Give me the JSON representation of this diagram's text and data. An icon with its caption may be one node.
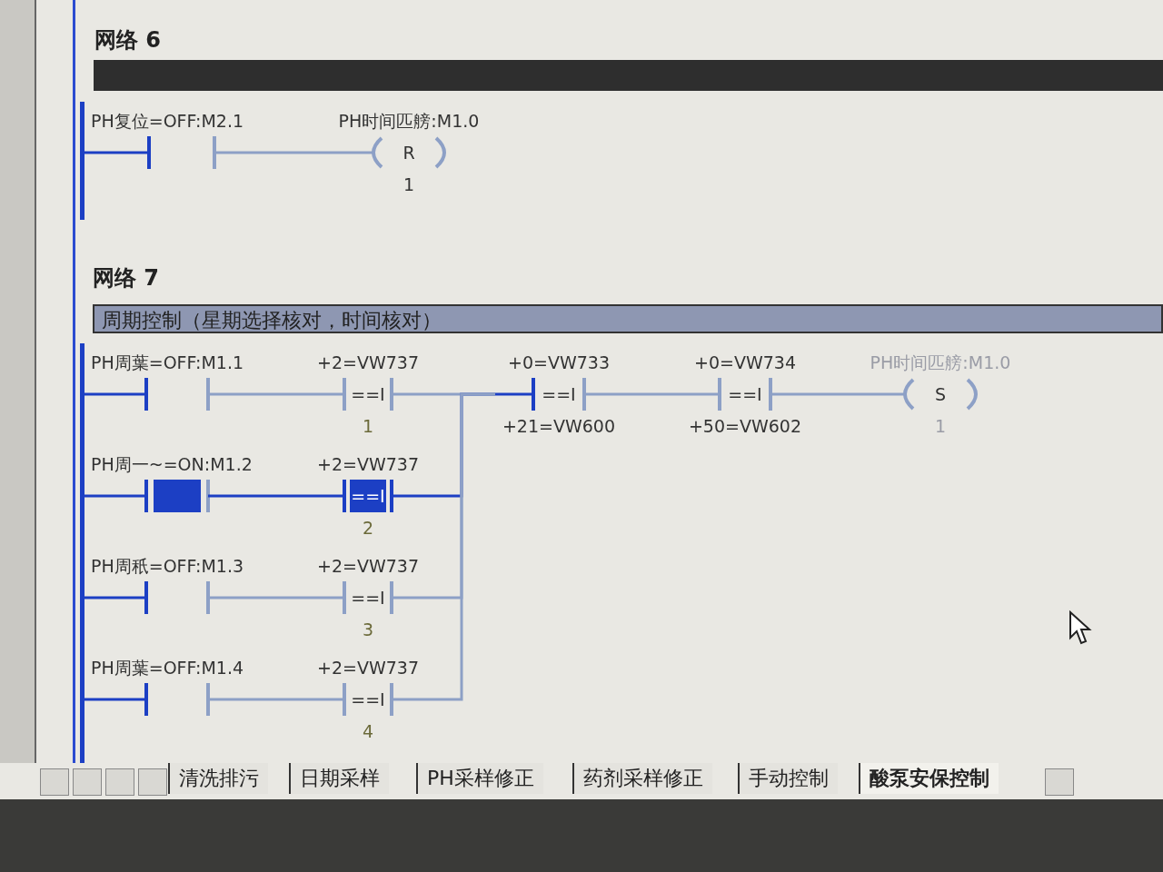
{
  "diagram": {
    "nodes": [
      {
        "text": [],
        "shape": "bar"
      },
      {
        "text": [
          "PH复位=OFF:M2.1"
        ]
      },
      {
        "text": [
          "PH时间匹艕:M1.0",
          "R",
          "1"
        ]
      },
      {
        "text": [],
        "shape": "bar"
      },
      {
        "text": [
          "PH周葉=OFF:M1.1"
        ]
      },
      {
        "text": [
          "+2=VW737",
          "==I",
          "1"
        ]
      },
      {
        "text": [
          "PH周一~=ON:M1.2"
        ]
      },
      {
        "text": [
          "+2=VW737",
          "==I",
          "2"
        ]
      },
      {
        "text": [
          "PH周秖=OFF:M1.3"
        ]
      },
      {
        "text": [
          "+2=VW737",
          "==I",
          "3"
        ]
      },
      {
        "text": [
          "PH周葉=OFF:M1.4"
        ]
      },
      {
        "text": [
          "+2=VW737",
          "==I",
          "4"
        ]
      },
      {
        "text": [
          "+0=VW733",
          "==I",
          "+21=VW600"
        ]
      },
      {
        "text": [
          "+0=VW734",
          "==I",
          "+50=VW602"
        ]
      },
      {
        "text": [
          "PH时间匹艕:M1.0",
          "S",
          "1"
        ]
      },
      {
        "text": [],
        "shape": "box"
      }
    ],
    "edges": [
      {
        "from": 0,
        "to": 1,
        "arrow": "none",
        "color": "#1c3fc4"
      },
      {
        "from": 1,
        "to": 2,
        "arrow": "none"
      },
      {
        "from": 3,
        "to": 4,
        "arrow": "none",
        "color": "#1c3fc4"
      },
      {
        "from": 4,
        "to": 5,
        "arrow": "none"
      },
      {
        "from": 3,
        "to": 6,
        "arrow": "none",
        "color": "#1c3fc4"
      },
      {
        "from": 6,
        "to": 7,
        "arrow": "none",
        "color": "#1c3fc4"
      },
      {
        "from": 3,
        "to": 8,
        "arrow": "none",
        "color": "#1c3fc4"
      },
      {
        "from": 8,
        "to": 9,
        "arrow": "none"
      },
      {
        "from": 3,
        "to": 10,
        "arrow": "none",
        "color": "#1c3fc4"
      },
      {
        "from": 10,
        "to": 11,
        "arrow": "none"
      },
      {
        "from": 5,
        "to": 12,
        "arrow": "none"
      },
      {
        "from": 7,
        "to": 12,
        "arrow": "none",
        "color": "#1c3fc4"
      },
      {
        "from": 9,
        "to": 12,
        "arrow": "none"
      },
      {
        "from": 11,
        "to": 12,
        "arrow": "none"
      },
      {
        "from": 12,
        "to": 13,
        "arrow": "none"
      },
      {
        "from": 13,
        "to": 14,
        "arrow": "none"
      }
    ],
    "labels": [
      "网络 6",
      "网络 7",
      "周期控制（星期选择核对，时间核对）",
      "清洗排污",
      "日期采样",
      "PH采样修正",
      "药剂采样修正",
      "手动控制",
      "酸泵安保控制"
    ]
  }
}
